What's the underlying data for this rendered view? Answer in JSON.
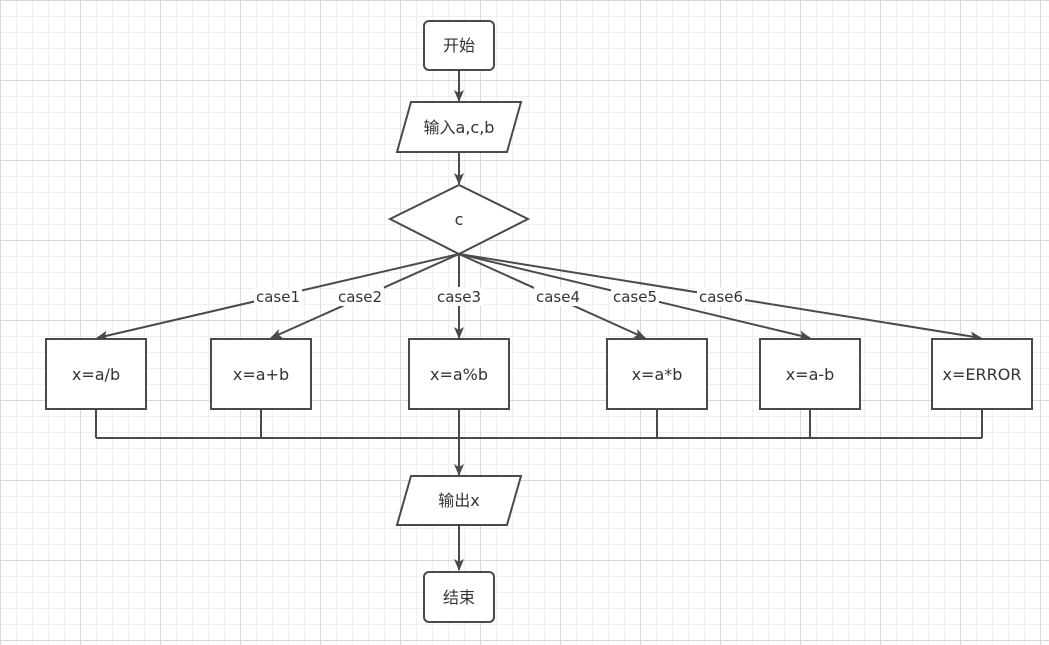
{
  "colors": {
    "stroke": "#4a4a4a",
    "text": "#333333",
    "fill": "#ffffff"
  },
  "nodes": {
    "start": "开始",
    "input": "输入a,c,b",
    "decision": "c",
    "case1": "x=a/b",
    "case2": "x=a+b",
    "case3": "x=a%b",
    "case4": "x=a*b",
    "case5": "x=a-b",
    "case6": "x=ERROR",
    "output": "输出x",
    "end": "结束"
  },
  "edges": {
    "case1": "case1",
    "case2": "case2",
    "case3": "case3",
    "case4": "case4",
    "case5": "case5",
    "case6": "case6"
  }
}
